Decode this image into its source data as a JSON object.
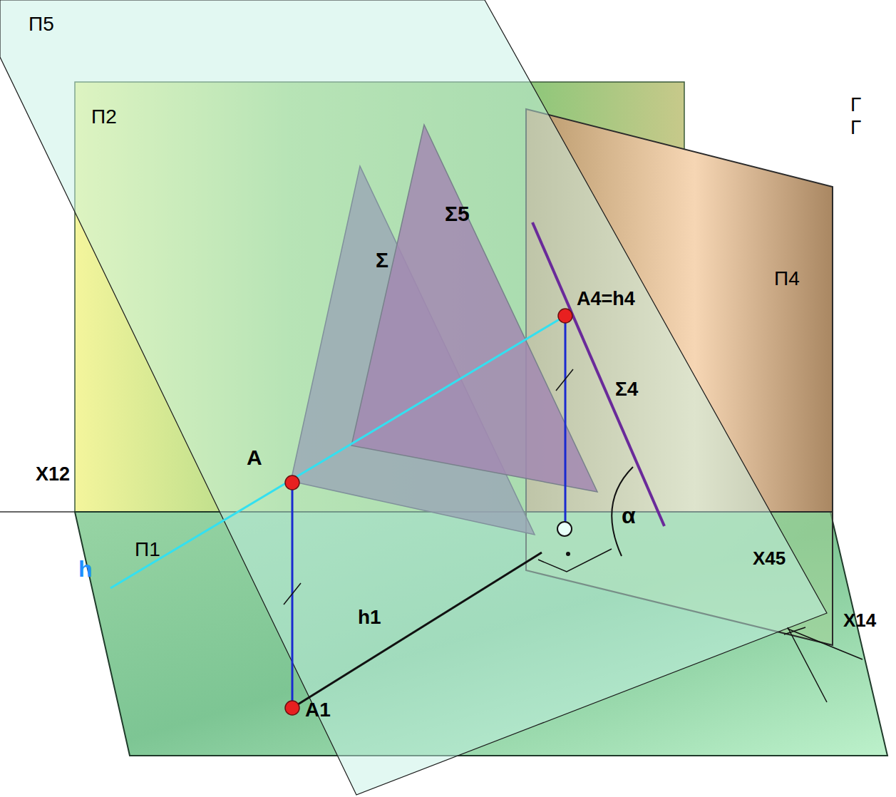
{
  "diagram": {
    "labels": [
      "П5",
      "П2",
      "П4",
      "П1",
      "Σ5",
      "Σ",
      "A4=h4",
      "Σ4",
      "X12",
      "A",
      "h",
      "h1",
      "α",
      "A1",
      "X14",
      "X45",
      "Г",
      "Г"
    ]
  }
}
